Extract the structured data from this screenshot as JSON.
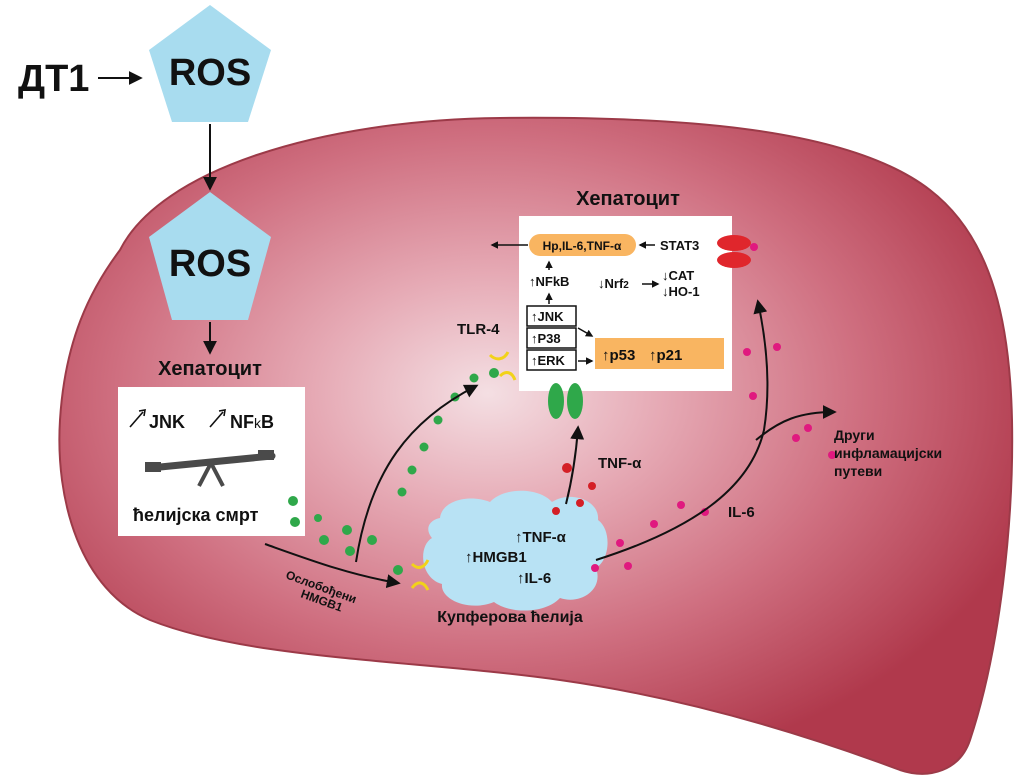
{
  "top": {
    "source": "ДТ1",
    "ros_upper": "ROS",
    "ros_lower": "ROS"
  },
  "left_cell": {
    "title": "Хепатоцит",
    "jnk": "JNK",
    "nfkb_prefix": "NF",
    "nfkb_k": "k",
    "nfkb_suffix": "B",
    "death": "ћелијска смрт"
  },
  "release_label_line1": "Ослобођени",
  "release_label_line2": "HMGB1",
  "tlr4": "TLR-4",
  "kupffer": {
    "label": "Купферова ћелија",
    "hmgb1": "HMGB1",
    "tnf": "TNF-α",
    "il6": "IL-6"
  },
  "tnf_label": "TNF-α",
  "il6_label": "IL-6",
  "other_paths": [
    "Други",
    "инфламацијски",
    "путеви"
  ],
  "right_cell": {
    "title": "Хепатоцит",
    "hp_box": "Hp,IL-6,TNF-α",
    "stat3": "STAT3",
    "nfkb": "NFkB",
    "nrf2_prefix": "Nrf",
    "nrf2_sub": "2",
    "cat": "CAT",
    "ho1": "HO-1",
    "jnk": "JNK",
    "p38": "P38",
    "erk": "ERK",
    "p53": "p53",
    "p21": "p21"
  },
  "colors": {
    "liver": "#bf4a5c",
    "ros_pentagon": "#a8dcef",
    "kupffer": "#b8e2f4",
    "green_dot": "#2fa84a",
    "magenta_dot": "#e0197f",
    "red_dot": "#d41f26",
    "orange_box": "#f9b561",
    "receptor_yellow": "#f2d21a",
    "stat3_red": "#e0262c"
  }
}
